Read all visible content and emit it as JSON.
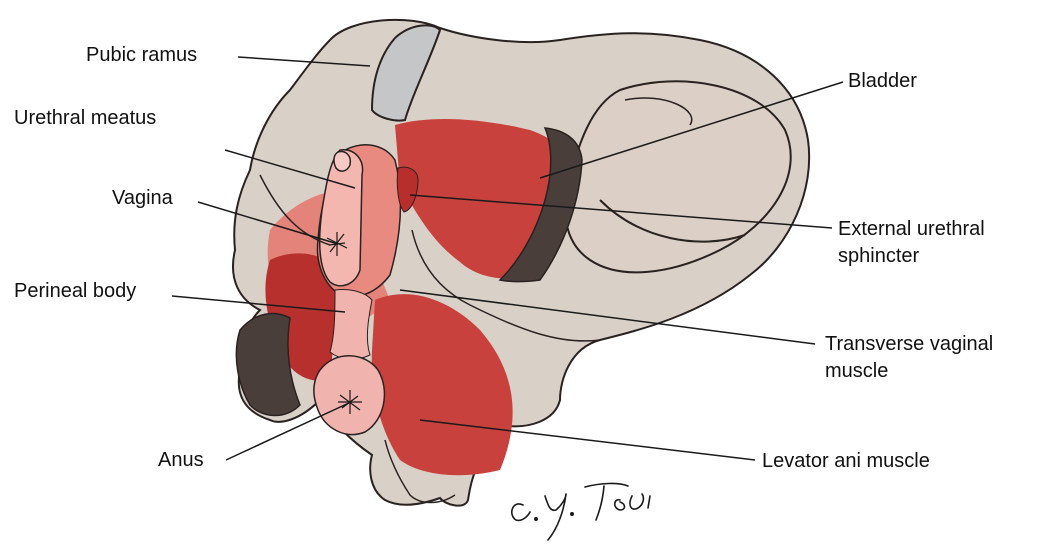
{
  "labels": {
    "pubic_ramus": "Pubic ramus",
    "urethral_meatus": "Urethral meatus",
    "vagina": "Vagina",
    "perineal_body": "Perineal body",
    "anus": "Anus",
    "bladder": "Bladder",
    "external_urethral_sphincter": [
      "External urethral",
      "sphincter"
    ],
    "transverse_vaginal_muscle": [
      "Transverse vaginal",
      "muscle"
    ],
    "levator_ani_muscle": "Levator ani muscle"
  },
  "signature": "C.Y. Tsai",
  "colors": {
    "bone": "#d9d0c8",
    "muscle": "#c9413c",
    "muscle_light": "#e47a70",
    "dark_muscle": "#b8302e",
    "pink": "#f0b3ad",
    "cartilage": "#c4c6c7",
    "shadow": "#4a3e3b",
    "outline": "#2a2220"
  }
}
